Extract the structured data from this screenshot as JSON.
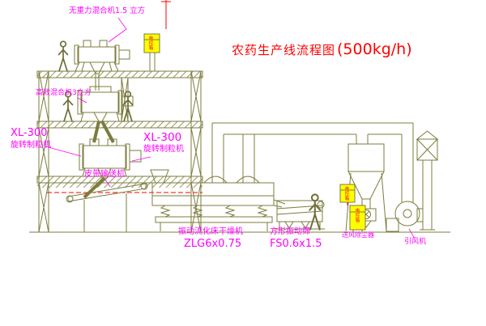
{
  "diagram": {
    "title": {
      "main": "农药生产线流程图",
      "capacity": "(500kg/h)"
    },
    "labels": {
      "mixer1": "无重力混合机1.5 立方",
      "mixer2": "高效混合机3立方",
      "granulator_left_model": "XL-300",
      "granulator_left_name": "旋转制粒机",
      "granulator_mid_model": "XL-300",
      "granulator_mid_name": "旋转制粒机",
      "conveyor": "皮带输送机",
      "dryer_name": "振动流化床干燥机",
      "dryer_model": "ZLG6x0.75",
      "screen_name": "方形振动筛",
      "screen_model": "FS0.6x1.5",
      "duster": "送风除尘器",
      "fan": "引风机",
      "control_box": "电控箱"
    },
    "colors": {
      "line": "#7c7c3c",
      "label": "#ff00ff",
      "title": "#ff0000",
      "panel_fill": "#ffff00",
      "background": "#ffffff"
    }
  }
}
